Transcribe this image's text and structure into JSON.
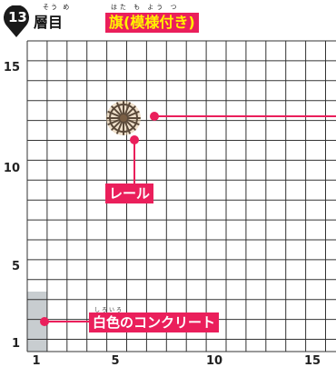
{
  "header": {
    "layer_number": "13",
    "layer_ruby": "そう め",
    "layer_label": "層目",
    "title_ruby": "はた  も よう つ",
    "title": "旗(模様付き)"
  },
  "axes": {
    "x_labels": [
      "1",
      "5",
      "10",
      "15"
    ],
    "y_labels": [
      "15",
      "10",
      "5",
      "1"
    ]
  },
  "callouts": {
    "rail": "レール",
    "concrete_ruby": "しろいろ",
    "concrete": "白色のコンクリート"
  },
  "colors": {
    "accent": "#ea1f5b",
    "title_text": "#fff200",
    "concrete_fill": "#c8cdd0",
    "grid_line": "#333333"
  }
}
